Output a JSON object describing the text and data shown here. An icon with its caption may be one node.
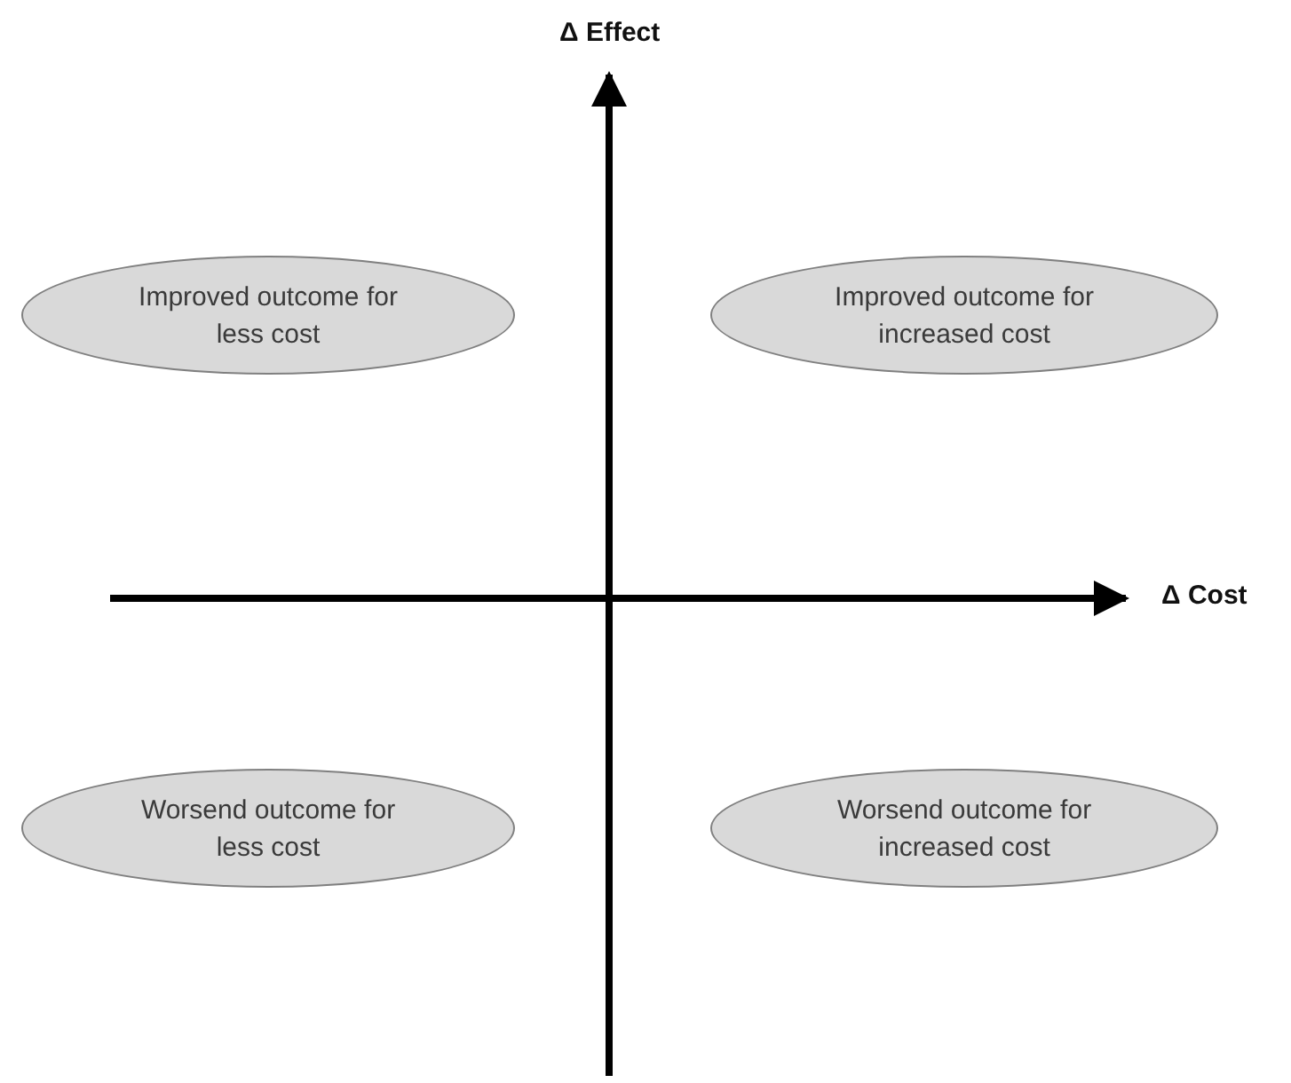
{
  "diagram": {
    "nodes": [
      {
        "text": [
          "Improved outcome for less cost"
        ]
      },
      {
        "text": [
          "Improved outcome for increased cost"
        ]
      },
      {
        "text": [
          "Worsend outcome for less cost"
        ]
      },
      {
        "text": [
          "Worsend outcome for increased cost"
        ]
      }
    ],
    "labels": [
      "Δ Effect",
      "Δ Cost"
    ]
  }
}
